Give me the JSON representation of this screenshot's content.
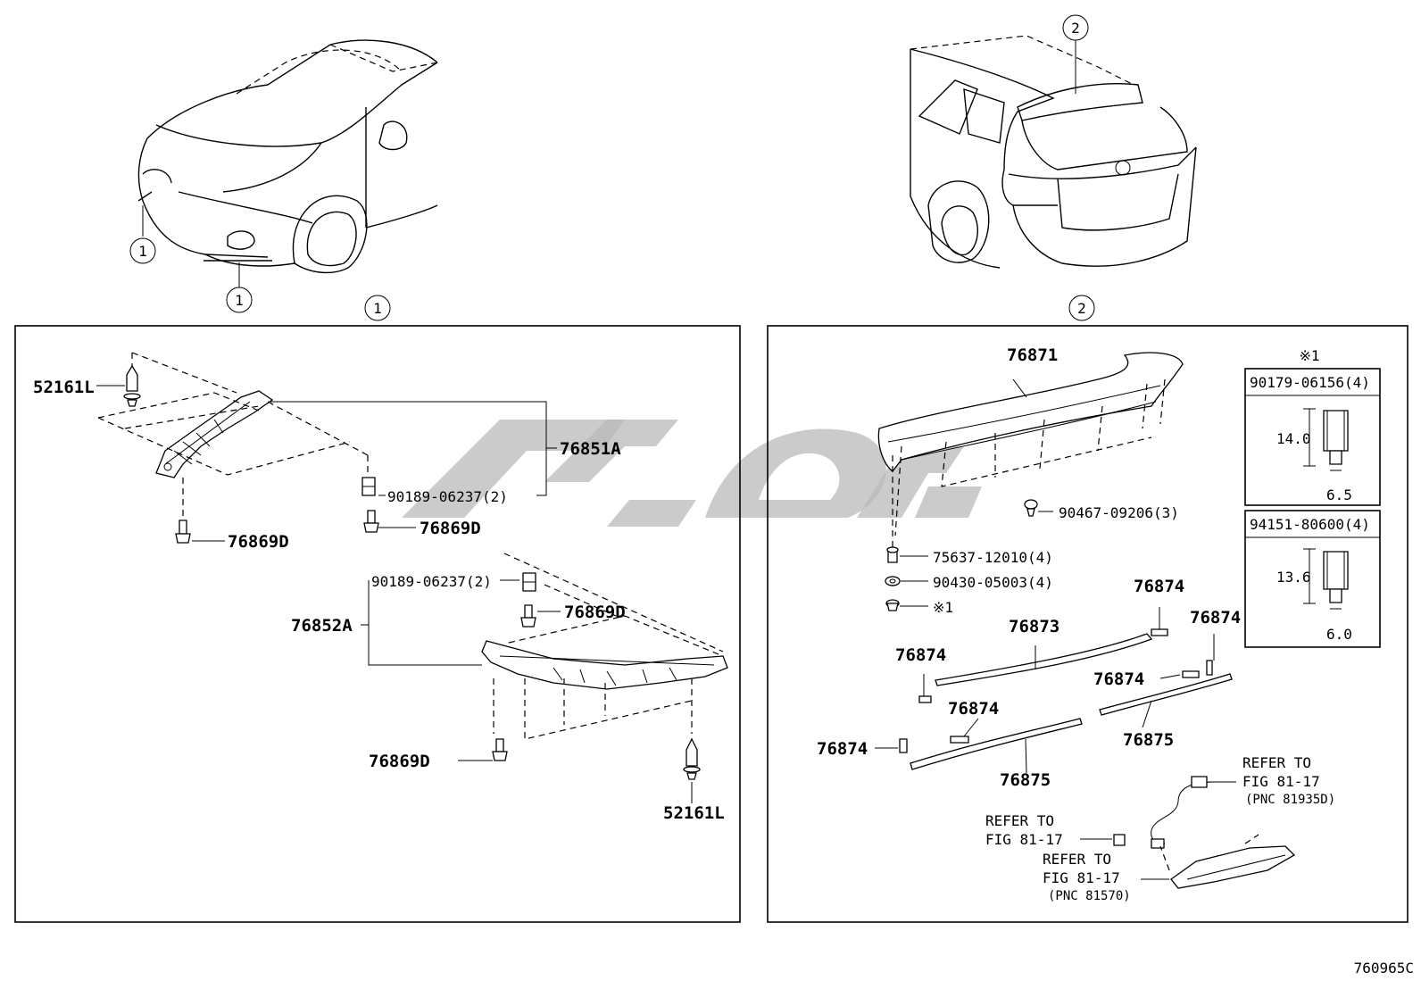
{
  "diagram_code": "760965C",
  "callouts": {
    "one": "1",
    "two": "2"
  },
  "sections": {
    "front_label": "1",
    "rear_label": "2"
  },
  "front_parts": {
    "clip_upper": "52161L",
    "bracket_a": "76851A",
    "clip_a": "90189-06237(2)",
    "screw_a1": "76869D",
    "screw_a2": "76869D",
    "clip_b": "90189-06237(2)",
    "screw_b1": "76869D",
    "bracket_b": "76852A",
    "screw_b2": "76869D",
    "clip_lower": "52161L"
  },
  "rear_parts": {
    "spoiler": "76871",
    "grommet": "90467-09206(3)",
    "nut_a": "75637-12010(4)",
    "washer": "90430-05003(4)",
    "nut_star": "※1",
    "tape_a": "76874",
    "tape_b": "76873",
    "tape_c": "76874",
    "tape_d": "76874",
    "tape_e": "76874",
    "tape_f": "76874",
    "tape_g": "76874",
    "molding_a": "76875",
    "molding_b": "76875",
    "refer_1a": "REFER TO",
    "refer_1b": "FIG 81-17",
    "refer_1c": "(PNC 81935D)",
    "refer_2a": "REFER TO",
    "refer_2b": "FIG 81-17",
    "refer_3a": "REFER TO",
    "refer_3b": "FIG 81-17",
    "refer_3c": "(PNC 81570)"
  },
  "inset": {
    "marker": "※1",
    "bolt1_pn": "90179-06156(4)",
    "bolt1_h": "14.0",
    "bolt1_w": "6.5",
    "bolt2_pn": "94151-80600(4)",
    "bolt2_h": "13.6",
    "bolt2_w": "6.0"
  }
}
